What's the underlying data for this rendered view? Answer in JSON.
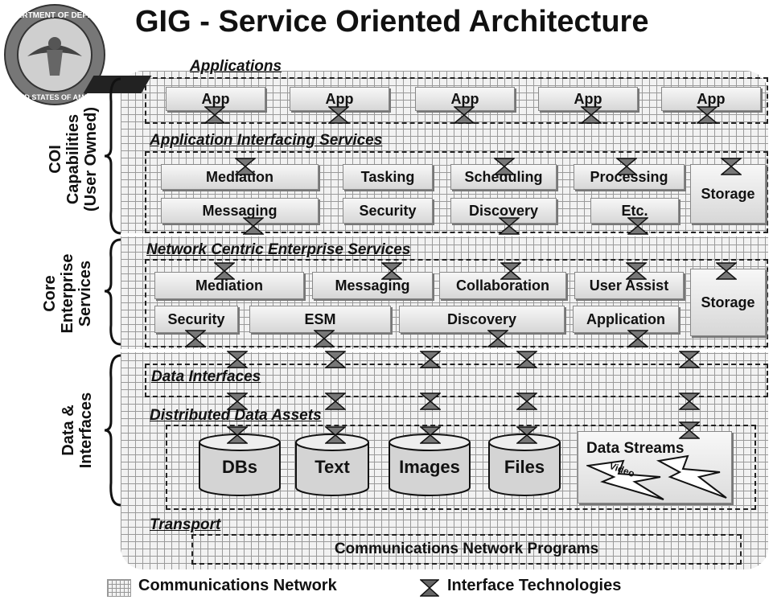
{
  "title": "GIG - Service Oriented Architecture",
  "sides": {
    "coi": "COI\nCapabilities\n(User Owned)",
    "core": "Core\nEnterprise\nServices",
    "data": "Data &\nInterfaces"
  },
  "sections": {
    "applications": "Applications",
    "ais": "Application Interfacing Services",
    "nces": "Network Centric Enterprise Services",
    "data_interfaces": "Data Interfaces",
    "dda": "Distributed Data Assets",
    "transport": "Transport"
  },
  "apps": [
    "App",
    "App",
    "App",
    "App",
    "App"
  ],
  "ais_boxes": [
    "Mediation",
    "Tasking",
    "Scheduling",
    "Processing",
    "Messaging",
    "Security",
    "Discovery",
    "Etc.",
    "Storage"
  ],
  "nces_boxes": [
    "Mediation",
    "Messaging",
    "Collaboration",
    "User Assist",
    "Security",
    "ESM",
    "Discovery",
    "Application",
    "Storage"
  ],
  "assets": [
    "DBs",
    "Text",
    "Images",
    "Files"
  ],
  "streams": {
    "label": "Data Streams",
    "video": "Video"
  },
  "transport_label": "Communications Network Programs",
  "legend": {
    "network": "Communications Network",
    "interface": "Interface Technologies"
  }
}
